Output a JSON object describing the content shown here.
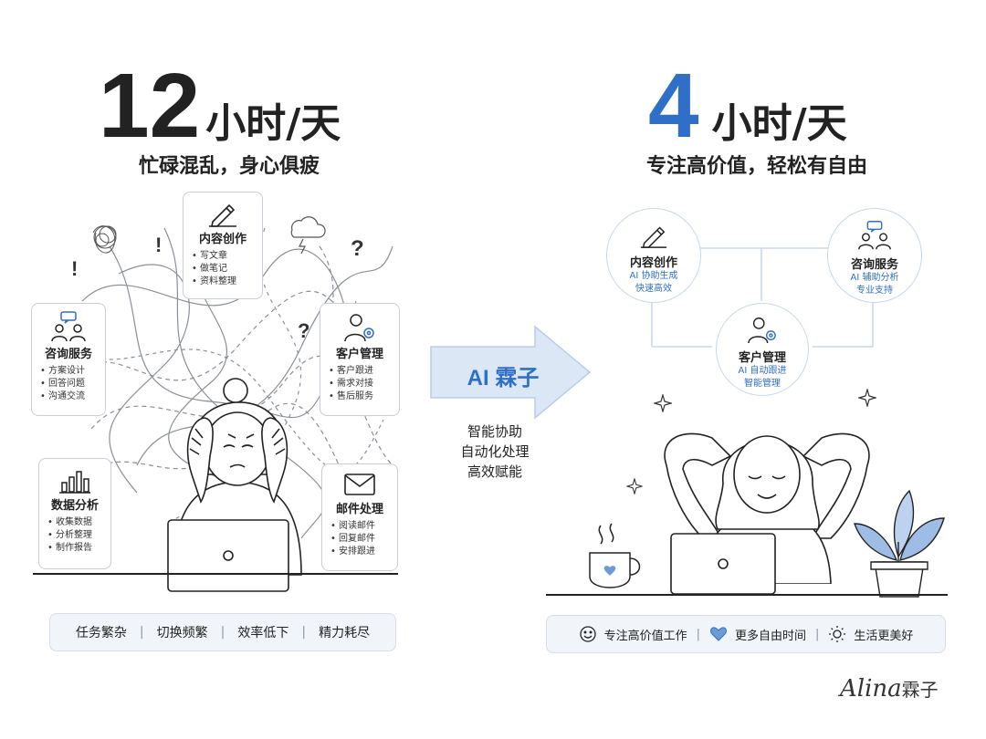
{
  "left": {
    "hours_number": "12",
    "hours_unit": "小时/天",
    "subtitle": "忙碌混乱，身心俱疲",
    "marks": [
      "!",
      "!",
      "?",
      "?"
    ],
    "cards": [
      {
        "id": "content",
        "title": "内容创作",
        "items": [
          "写文章",
          "做笔记",
          "资料整理"
        ],
        "icon": "pencil-icon"
      },
      {
        "id": "consult",
        "title": "咨询服务",
        "items": [
          "方案设计",
          "回答问题",
          "沟通交流"
        ],
        "icon": "people-chat-icon"
      },
      {
        "id": "customer",
        "title": "客户管理",
        "items": [
          "客户跟进",
          "需求对接",
          "售后服务"
        ],
        "icon": "user-gear-icon"
      },
      {
        "id": "data",
        "title": "数据分析",
        "items": [
          "收集数据",
          "分析整理",
          "制作报告"
        ],
        "icon": "bar-chart-icon"
      },
      {
        "id": "mail",
        "title": "邮件处理",
        "items": [
          "阅读邮件",
          "回复邮件",
          "安排跟进"
        ],
        "icon": "envelope-icon"
      }
    ],
    "footer": [
      "任务繁杂",
      "切换频繁",
      "效率低下",
      "精力耗尽"
    ]
  },
  "center": {
    "arrow_label": "AI 霖子",
    "lines": [
      "智能协助",
      "自动化处理",
      "高效赋能"
    ]
  },
  "right": {
    "hours_number": "4",
    "hours_unit": "小时/天",
    "subtitle": "专注高价值，轻松有自由",
    "circles": [
      {
        "id": "content",
        "title": "内容创作",
        "lines": [
          "AI 协助生成",
          "快速高效"
        ],
        "icon": "pencil-icon"
      },
      {
        "id": "consult",
        "title": "咨询服务",
        "lines": [
          "AI 辅助分析",
          "专业支持"
        ],
        "icon": "people-chat-icon"
      },
      {
        "id": "customer",
        "title": "客户管理",
        "lines": [
          "AI 自动跟进",
          "智能管理"
        ],
        "icon": "user-gear-icon"
      }
    ],
    "footer": [
      {
        "label": "专注高价值工作",
        "icon": "smile-icon"
      },
      {
        "label": "更多自由时间",
        "icon": "heart-icon"
      },
      {
        "label": "生活更美好",
        "icon": "sun-icon"
      }
    ]
  },
  "signature": {
    "latin": "Alina",
    "cn": "霖子"
  },
  "separator": "|",
  "colors": {
    "accent_blue": "#2f6fc7",
    "dark": "#222222",
    "light_bg": "#f1f4f8",
    "arrow_bg": "#dbe7f5"
  }
}
